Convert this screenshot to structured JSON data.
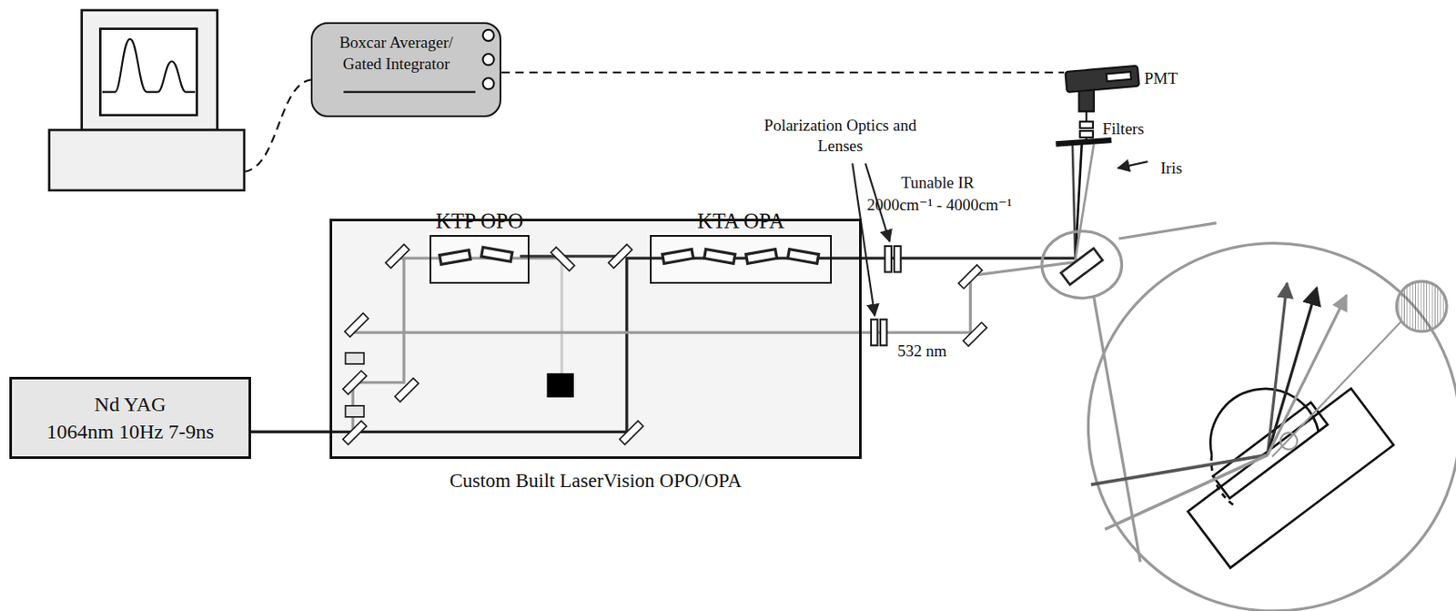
{
  "diagram": {
    "nodes": [
      {
        "text": [
          "Boxcar Averager/ Gated Integrator"
        ]
      },
      {
        "text": [
          "Nd YAG",
          "1064nm 10Hz 7-9ns"
        ]
      },
      {
        "text": [
          "Custom Built LaserVision OPO/OPA"
        ]
      },
      {
        "text": [
          "KTP OPO"
        ],
        "in": 2
      },
      {
        "text": [
          "KTA OPA"
        ],
        "in": 2
      }
    ],
    "edges": [
      {
        "from": 1,
        "to": 2,
        "arrow": "none"
      }
    ],
    "labels": [
      "PMT",
      "Filters",
      "Iris",
      "Polarization Optics and Lenses",
      "Tunable IR",
      "2000cm⁻¹ - 4000cm⁻¹",
      "532 nm"
    ]
  }
}
